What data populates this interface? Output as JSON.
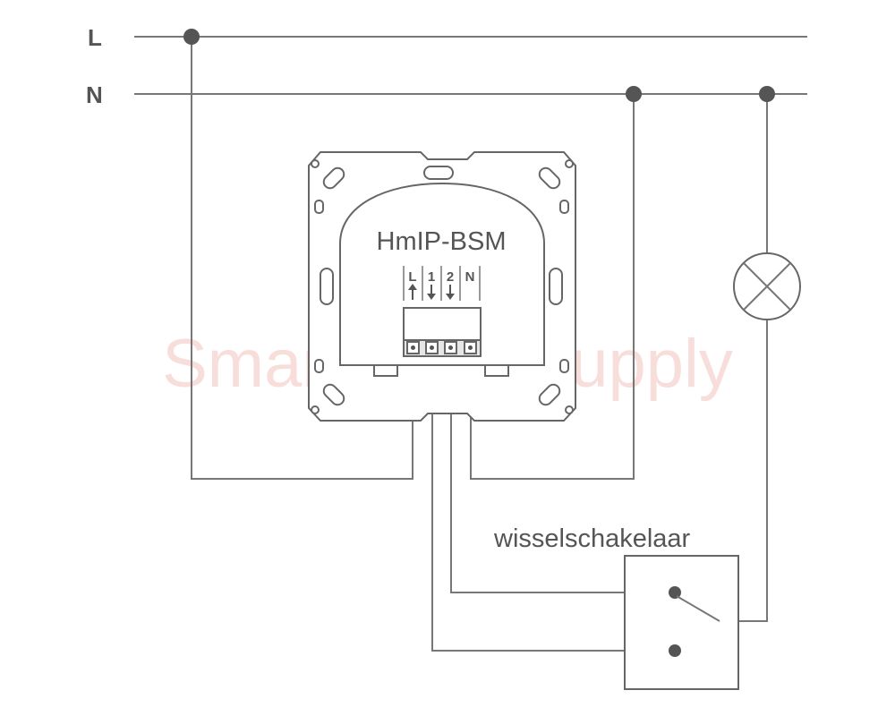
{
  "rails": {
    "live_label": "L",
    "neutral_label": "N"
  },
  "device": {
    "name": "HmIP-BSM",
    "terminals": [
      {
        "label": "L",
        "arrow": "up"
      },
      {
        "label": "1",
        "arrow": "down"
      },
      {
        "label": "2",
        "arrow": "down"
      },
      {
        "label": "N",
        "arrow": ""
      }
    ]
  },
  "switch": {
    "label": "wisselschakelaar"
  },
  "watermark": {
    "text": "SmartHomeSupply"
  },
  "colors": {
    "wire": "#777777",
    "node": "#555555",
    "watermark": "#f4c9c4"
  }
}
